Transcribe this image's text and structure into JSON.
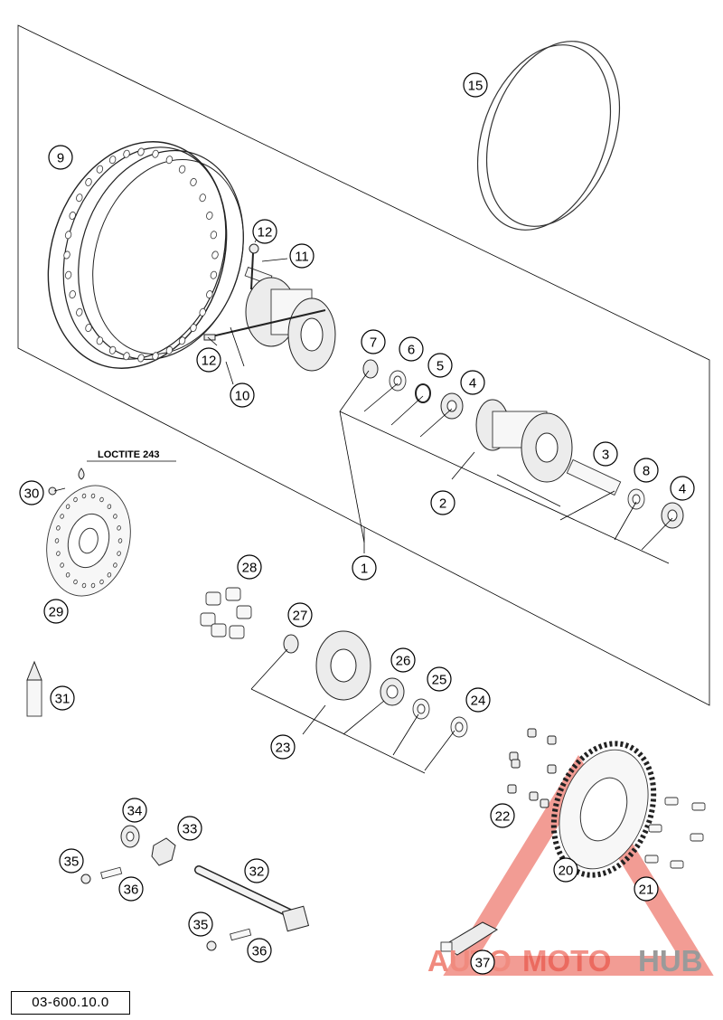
{
  "document": {
    "code": "03-600.10.0",
    "loctite_label": "LOCTITE 243"
  },
  "callouts": [
    "1",
    "2",
    "3",
    "4",
    "4",
    "5",
    "6",
    "7",
    "8",
    "9",
    "10",
    "11",
    "12",
    "12",
    "15",
    "20",
    "21",
    "22",
    "23",
    "24",
    "25",
    "26",
    "27",
    "28",
    "29",
    "30",
    "31",
    "32",
    "33",
    "34",
    "35",
    "35",
    "36",
    "36",
    "37"
  ],
  "watermark": {
    "part1": "AUTO",
    "part2": "MOTO",
    "part3": "HUB",
    "colors": {
      "red": "#e84a3c",
      "grey": "#8c8c8c"
    }
  }
}
